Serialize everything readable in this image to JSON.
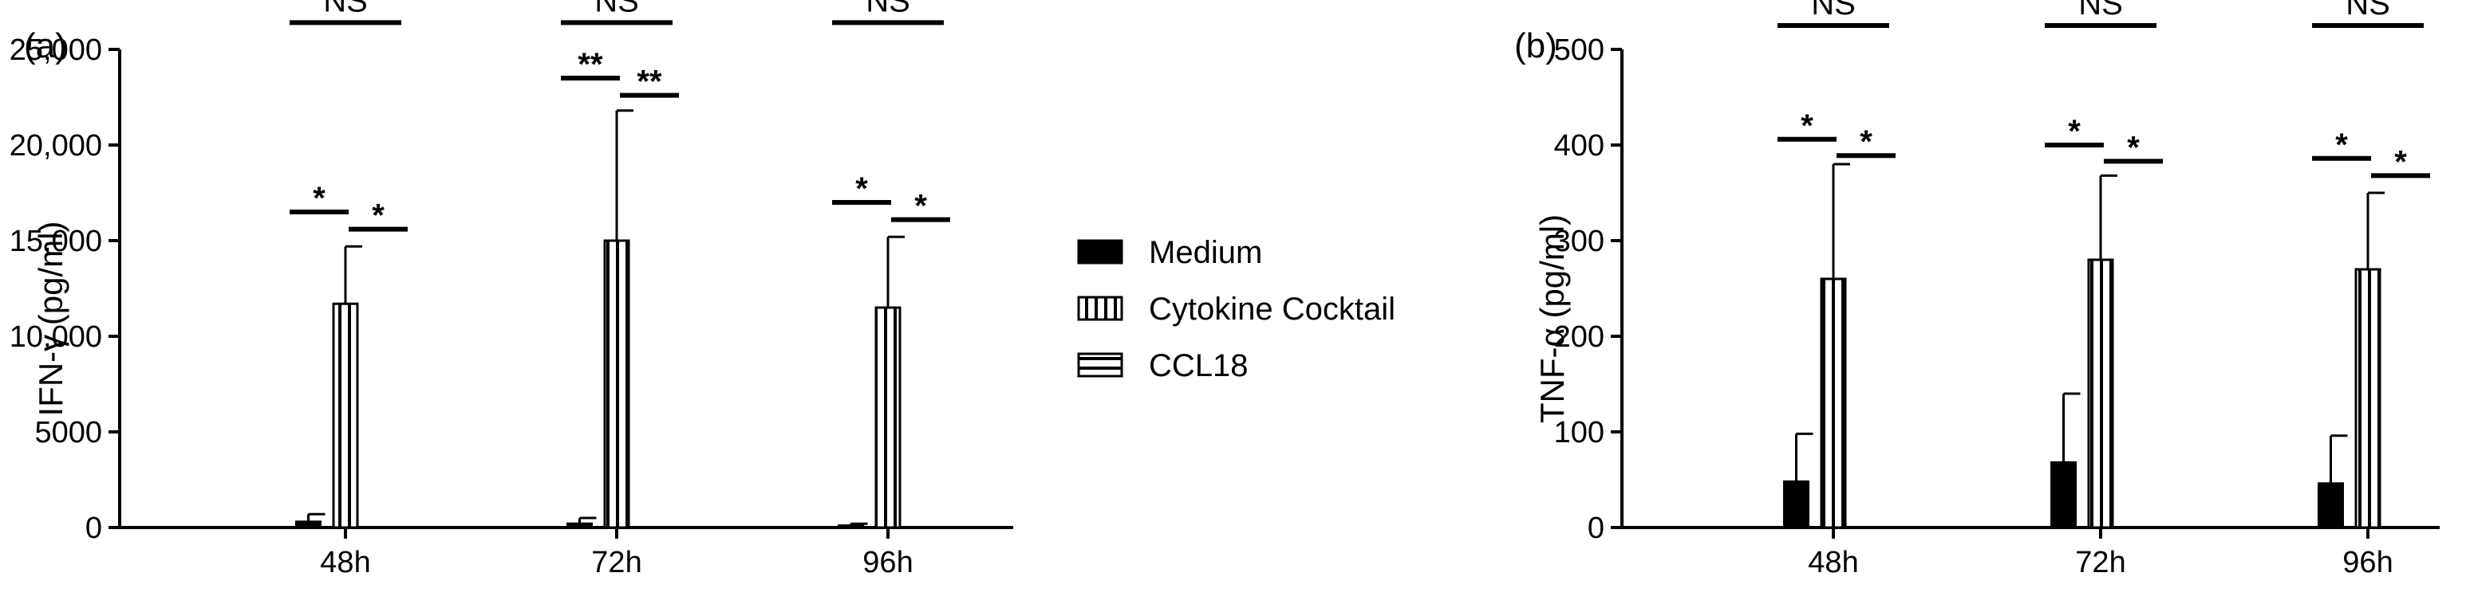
{
  "chart_data": [
    {
      "type": "bar",
      "panel_label": "(a)",
      "title": "",
      "xlabel": "",
      "ylabel": "IFN-γ (pg/ml)",
      "ylim": [
        0,
        25000
      ],
      "yticks": [
        0,
        5000,
        10000,
        15000,
        20000,
        25000
      ],
      "ytick_labels": [
        "0",
        "5000",
        "10,000",
        "15,000",
        "20,000",
        "25,000"
      ],
      "categories": [
        "48h",
        "72h",
        "96h"
      ],
      "series": [
        {
          "name": "Medium",
          "values": [
            300,
            200,
            100
          ],
          "errors": [
            400,
            300,
            100
          ]
        },
        {
          "name": "Cytokine Cocktail",
          "values": [
            11700,
            15000,
            11500
          ],
          "errors": [
            3000,
            6800,
            3700
          ]
        },
        {
          "name": "CCL18",
          "values": [
            0,
            0,
            0
          ],
          "errors": [
            0,
            0,
            0
          ]
        }
      ],
      "significance": [
        {
          "category": "48h",
          "pairs": [
            {
              "from": "Medium",
              "to": "CCL18",
              "label": "NS",
              "y": 26400
            },
            {
              "from": "Medium",
              "to": "Cytokine Cocktail",
              "label": "*",
              "y": 16500
            },
            {
              "from": "Cytokine Cocktail",
              "to": "CCL18",
              "label": "*",
              "y": 15600
            }
          ]
        },
        {
          "category": "72h",
          "pairs": [
            {
              "from": "Medium",
              "to": "CCL18",
              "label": "NS",
              "y": 26400
            },
            {
              "from": "Medium",
              "to": "Cytokine Cocktail",
              "label": "**",
              "y": 23500
            },
            {
              "from": "Cytokine Cocktail",
              "to": "CCL18",
              "label": "**",
              "y": 22600
            }
          ]
        },
        {
          "category": "96h",
          "pairs": [
            {
              "from": "Medium",
              "to": "CCL18",
              "label": "NS",
              "y": 26400
            },
            {
              "from": "Medium",
              "to": "Cytokine Cocktail",
              "label": "*",
              "y": 17000
            },
            {
              "from": "Cytokine Cocktail",
              "to": "CCL18",
              "label": "*",
              "y": 16100
            }
          ]
        }
      ]
    },
    {
      "type": "bar",
      "panel_label": "(b)",
      "title": "",
      "xlabel": "",
      "ylabel": "TNF-α (pg/ml)",
      "ylim": [
        0,
        500
      ],
      "yticks": [
        0,
        100,
        200,
        300,
        400,
        500
      ],
      "ytick_labels": [
        "0",
        "100",
        "200",
        "300",
        "400",
        "500"
      ],
      "categories": [
        "48h",
        "72h",
        "96h"
      ],
      "series": [
        {
          "name": "Medium",
          "values": [
            48,
            68,
            46
          ],
          "errors": [
            50,
            72,
            50
          ]
        },
        {
          "name": "Cytokine Cocktail",
          "values": [
            260,
            280,
            270
          ],
          "errors": [
            120,
            88,
            80
          ]
        },
        {
          "name": "CCL18",
          "values": [
            0,
            0,
            0
          ],
          "errors": [
            0,
            0,
            0
          ]
        }
      ],
      "significance": [
        {
          "category": "48h",
          "pairs": [
            {
              "from": "Medium",
              "to": "CCL18",
              "label": "NS",
              "y": 525
            },
            {
              "from": "Medium",
              "to": "Cytokine Cocktail",
              "label": "*",
              "y": 406
            },
            {
              "from": "Cytokine Cocktail",
              "to": "CCL18",
              "label": "*",
              "y": 389
            }
          ]
        },
        {
          "category": "72h",
          "pairs": [
            {
              "from": "Medium",
              "to": "CCL18",
              "label": "NS",
              "y": 525
            },
            {
              "from": "Medium",
              "to": "Cytokine Cocktail",
              "label": "*",
              "y": 400
            },
            {
              "from": "Cytokine Cocktail",
              "to": "CCL18",
              "label": "*",
              "y": 383
            }
          ]
        },
        {
          "category": "96h",
          "pairs": [
            {
              "from": "Medium",
              "to": "CCL18",
              "label": "NS",
              "y": 525
            },
            {
              "from": "Medium",
              "to": "Cytokine Cocktail",
              "label": "*",
              "y": 386
            },
            {
              "from": "Cytokine Cocktail",
              "to": "CCL18",
              "label": "*",
              "y": 368
            }
          ]
        }
      ]
    }
  ],
  "legend": {
    "placement": "center",
    "items": [
      {
        "name": "Medium",
        "pattern": "solid"
      },
      {
        "name": "Cytokine Cocktail",
        "pattern": "vertical-stripes"
      },
      {
        "name": "CCL18",
        "pattern": "horizontal-stripes"
      }
    ]
  },
  "colors": {
    "ink": "#000000",
    "background": "#ffffff"
  }
}
